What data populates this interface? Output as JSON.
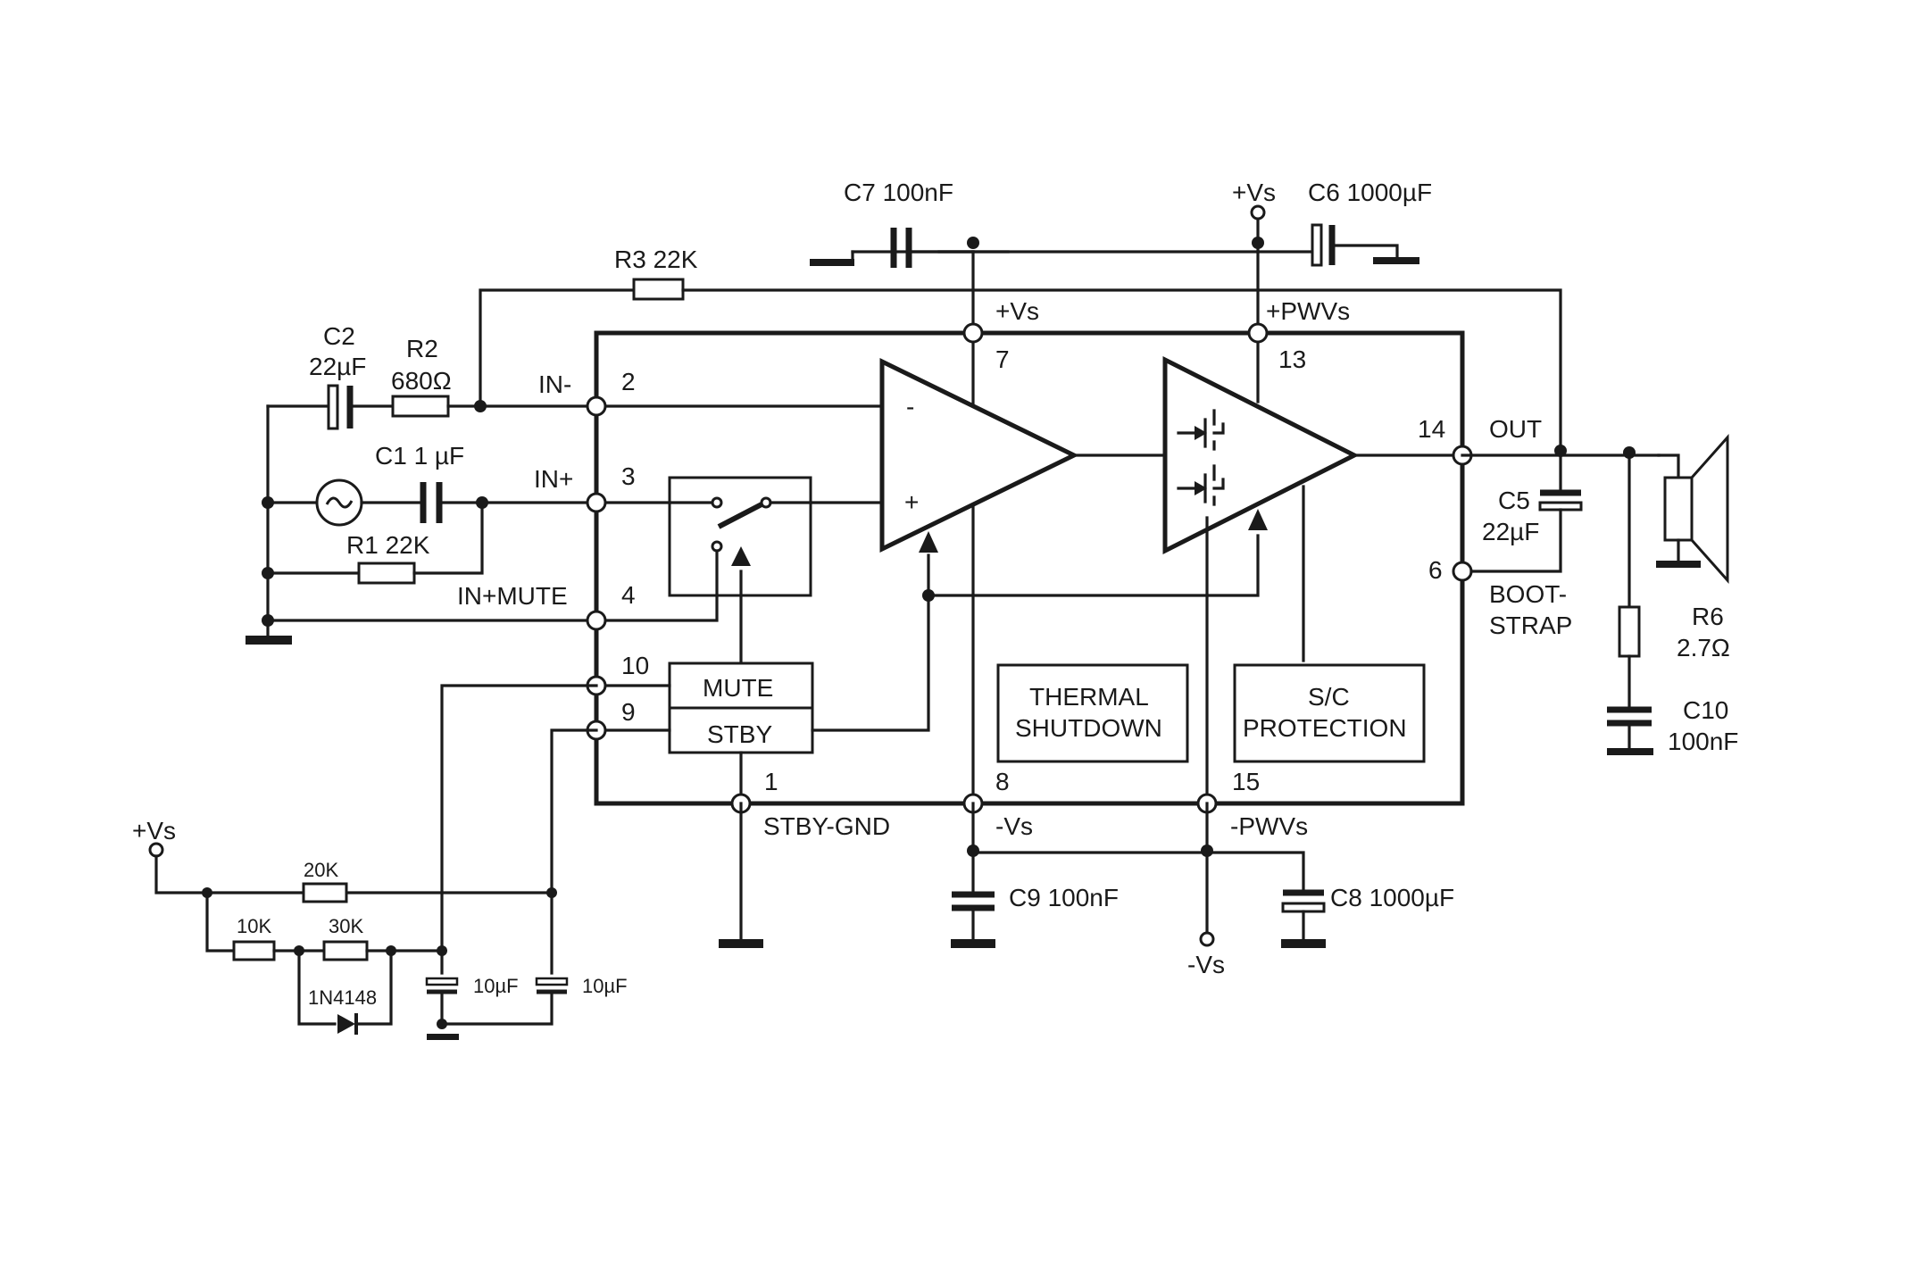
{
  "labels": {
    "c7": "C7 100nF",
    "vs_top": "+Vs",
    "c6": "C6 1000µF",
    "r3": "R3 22K",
    "vs_pin7": "+Vs",
    "pwvs_pin13": "+PWVs",
    "c2_name": "C2",
    "c2_val": "22µF",
    "r2_name": "R2",
    "r2_val": "680Ω",
    "c1": "C1   1 µF",
    "r1": "R1 22K",
    "in_minus": "IN-",
    "in_plus": "IN+",
    "in_plus_mute": "IN+MUTE",
    "out": "OUT",
    "c5_name": "C5",
    "c5_val": "22µF",
    "bootstrap_1": "BOOT-",
    "bootstrap_2": "STRAP",
    "r6_name": "R6",
    "r6_val": "2.7Ω",
    "c10_name": "C10",
    "c10_val": "100nF",
    "mute": "MUTE",
    "stby": "STBY",
    "thermal_1": "THERMAL",
    "thermal_2": "SHUTDOWN",
    "sc_1": "S/C",
    "sc_2": "PROTECTION",
    "stby_gnd": "STBY-GND",
    "vs_minus": "-Vs",
    "pwvs_minus": "-PWVs",
    "c9": "C9 100nF",
    "c8": "C8 1000µF",
    "vs_minus_bottom": "-Vs",
    "vs_left": "+Vs",
    "r20k": "20K",
    "r10k": "10K",
    "r30k": "30K",
    "diode": "1N4148",
    "cap10a": "10µF",
    "cap10b": "10µF",
    "opamp_minus": "-",
    "opamp_plus": "+"
  },
  "pins": {
    "p2": "2",
    "p3": "3",
    "p4": "4",
    "p10": "10",
    "p9": "9",
    "p7": "7",
    "p13": "13",
    "p14": "14",
    "p6": "6",
    "p1": "1",
    "p8": "8",
    "p15": "15"
  }
}
